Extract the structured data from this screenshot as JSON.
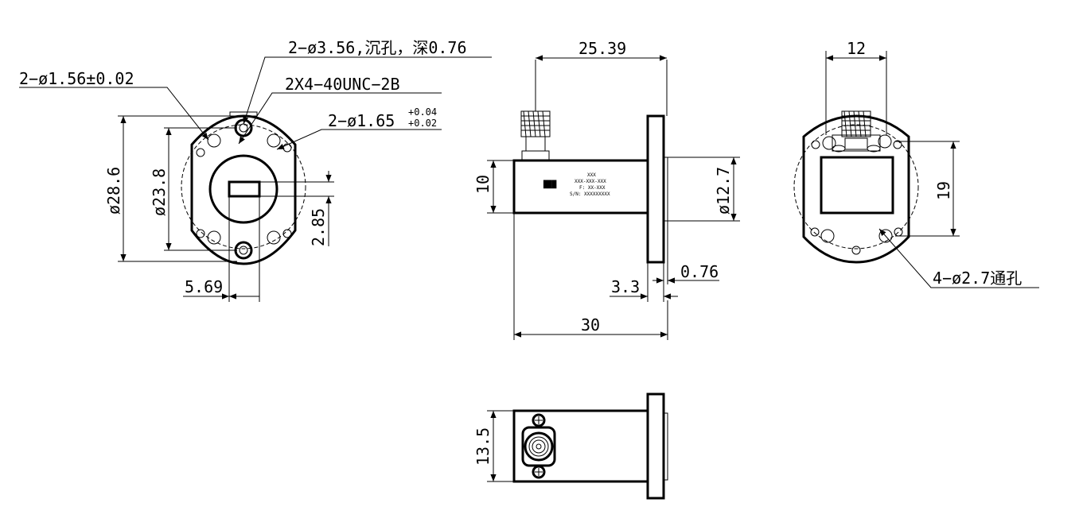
{
  "labels": {
    "front": {
      "hole_tol": "2−ø1.56±0.02",
      "counterbore": "2−ø3.56,沉孔，深0.76",
      "thread": "2X4−40UNC−2B",
      "hole165": "2−ø1.65",
      "tol_upper": "+0.04",
      "tol_lower": "+0.02",
      "dia_outer": "ø28.6",
      "dia_inner": "ø23.8",
      "dim_285": "2.85",
      "dim_569": "5.69"
    },
    "side": {
      "dim_2539": "25.39",
      "dim_10": "10",
      "dia_127": "ø12.7",
      "dim_33": "3.3",
      "dim_076": "0.76",
      "dim_30": "30",
      "marking_logo": "███",
      "marking_1": "XXX",
      "marking_2": "XXX-XXX-XXX",
      "marking_3": "F: XX-XXX",
      "marking_4": "S/N: XXXXXXXXX"
    },
    "back": {
      "dim_12": "12",
      "dim_19": "19",
      "hole_27": "4−ø2.7通孔"
    },
    "bottom": {
      "dim_135": "13.5"
    }
  },
  "icons": {
    "dimension_arrow": "arrow-icon",
    "sma_connector": "connector-icon",
    "screw_head": "screw-icon"
  }
}
